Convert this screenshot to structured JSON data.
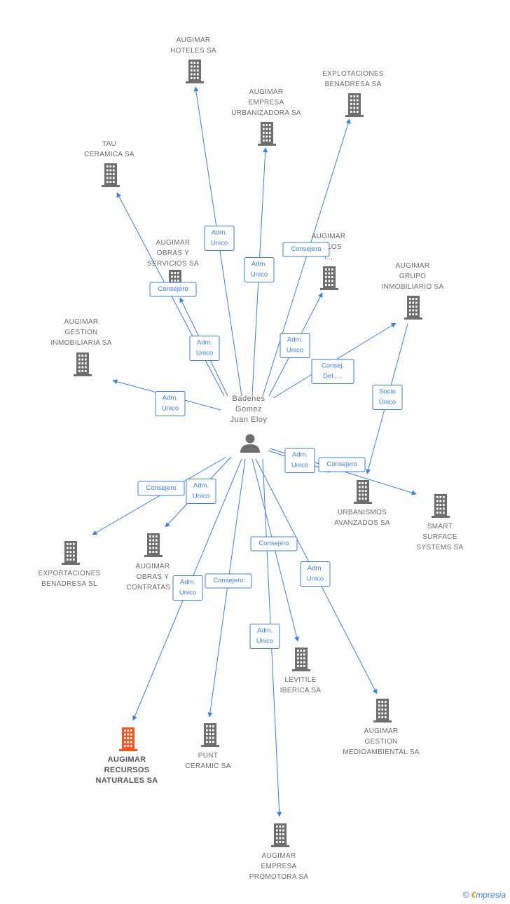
{
  "center": {
    "id": "person",
    "label_lines": [
      "Badenes",
      "Gomez",
      "Juan Eloy"
    ],
    "icon": "person-icon"
  },
  "nodes": [
    {
      "id": "hoteles",
      "label_lines": [
        "AUGIMAR",
        "HOTELES SA"
      ],
      "icon": "building-icon"
    },
    {
      "id": "explot_sa",
      "label_lines": [
        "EXPLOTACIONES",
        "BENADRESA SA"
      ],
      "icon": "building-icon"
    },
    {
      "id": "urbanizadora",
      "label_lines": [
        "AUGIMAR",
        "EMPRESA",
        "URBANIZADORA SA"
      ],
      "icon": "building-icon"
    },
    {
      "id": "tau",
      "label_lines": [
        "TAU",
        "CERAMICA SA"
      ],
      "icon": "building-icon"
    },
    {
      "id": "obras_servicios",
      "label_lines": [
        "AUGIMAR",
        "OBRAS Y",
        "SERVICIOS SA"
      ],
      "icon": "building-icon"
    },
    {
      "id": "vehiculos",
      "label_lines": [
        "AUGIMAR",
        "...ULOS",
        "I..."
      ],
      "icon": "building-icon"
    },
    {
      "id": "grupo",
      "label_lines": [
        "AUGIMAR",
        "GRUPO",
        "INMOBILIARIO SA"
      ],
      "icon": "building-icon"
    },
    {
      "id": "gestion_inmob",
      "label_lines": [
        "AUGIMAR",
        "GESTION",
        "INMOBILIARIA SA"
      ],
      "icon": "building-icon"
    },
    {
      "id": "urbanismos",
      "label_lines": [
        "URBANISMOS",
        "AVANZADOS SA"
      ],
      "icon": "building-icon"
    },
    {
      "id": "smart",
      "label_lines": [
        "SMART",
        "SURFACE",
        "SYSTEMS SA"
      ],
      "icon": "building-icon"
    },
    {
      "id": "explot_sl",
      "label_lines": [
        "EXPORTACIONES",
        "BENADRESA SL"
      ],
      "icon": "building-icon"
    },
    {
      "id": "obras_contratas",
      "label_lines": [
        "AUGIMAR",
        "OBRAS Y",
        "CONTRATAS ..."
      ],
      "icon": "building-icon"
    },
    {
      "id": "levitile",
      "label_lines": [
        "LEVITILE",
        "IBERICA SA"
      ],
      "icon": "building-icon"
    },
    {
      "id": "medioambiental",
      "label_lines": [
        "AUGIMAR",
        "GESTION",
        "MEDIOAMBIENTAL SA"
      ],
      "icon": "building-icon"
    },
    {
      "id": "recursos",
      "label_lines": [
        "AUGIMAR",
        "RECURSOS",
        "NATURALES SA"
      ],
      "icon": "building-icon",
      "highlight": true
    },
    {
      "id": "punt",
      "label_lines": [
        "PUNT",
        "CERAMIC SA"
      ],
      "icon": "building-icon"
    },
    {
      "id": "promotora",
      "label_lines": [
        "AUGIMAR",
        "EMPRESA",
        "PROMOTORA SA"
      ],
      "icon": "building-icon"
    }
  ],
  "edges": [
    {
      "from": "person",
      "to": "hoteles",
      "label_lines": [
        "Adm.",
        "Unico"
      ]
    },
    {
      "from": "person",
      "to": "urbanizadora",
      "label_lines": [
        "Adm.",
        "Unico"
      ]
    },
    {
      "from": "person",
      "to": "explot_sa",
      "label_lines": [
        "Consejero"
      ]
    },
    {
      "from": "person",
      "to": "tau",
      "label_lines": [
        "Consejero"
      ]
    },
    {
      "from": "person",
      "to": "obras_servicios",
      "label_lines": [
        "Adm.",
        "Unico"
      ]
    },
    {
      "from": "person",
      "to": "vehiculos",
      "label_lines": [
        "Adm.",
        "Unico"
      ]
    },
    {
      "from": "person",
      "to": "grupo",
      "label_lines": [
        "Consej.",
        "Del.,..."
      ]
    },
    {
      "from": "person",
      "to": "gestion_inmob",
      "label_lines": [
        "Adm.",
        "Unico"
      ]
    },
    {
      "from": "grupo",
      "to": "urbanismos",
      "label_lines": [
        "Socio",
        "Único"
      ]
    },
    {
      "from": "person",
      "to": "urbanismos",
      "label_lines": [
        "Adm.",
        "Unico"
      ]
    },
    {
      "from": "person",
      "to": "smart",
      "label_lines": [
        "Consejero"
      ]
    },
    {
      "from": "person",
      "to": "explot_sl",
      "label_lines": [
        "Consejero"
      ]
    },
    {
      "from": "person",
      "to": "obras_contratas",
      "label_lines": [
        "Adm.",
        "Unico"
      ]
    },
    {
      "from": "person",
      "to": "recursos",
      "label_lines": [
        "Adm.",
        "Unico"
      ]
    },
    {
      "from": "person",
      "to": "punt",
      "label_lines": [
        "Consejero"
      ]
    },
    {
      "from": "person",
      "to": "levitile",
      "label_lines": [
        "Consejero"
      ]
    },
    {
      "from": "person",
      "to": "medioambiental",
      "label_lines": [
        "Adm.",
        "Unico"
      ]
    },
    {
      "from": "person",
      "to": "promotora",
      "label_lines": [
        "Adm.",
        "Unico"
      ]
    }
  ],
  "watermark": {
    "copyright": "©",
    "brand_initial": "€",
    "brand_rest": "mpresia"
  },
  "colors": {
    "edge": "#3a7fd9",
    "node": "#6e6e6e",
    "highlight": "#f0561e"
  }
}
